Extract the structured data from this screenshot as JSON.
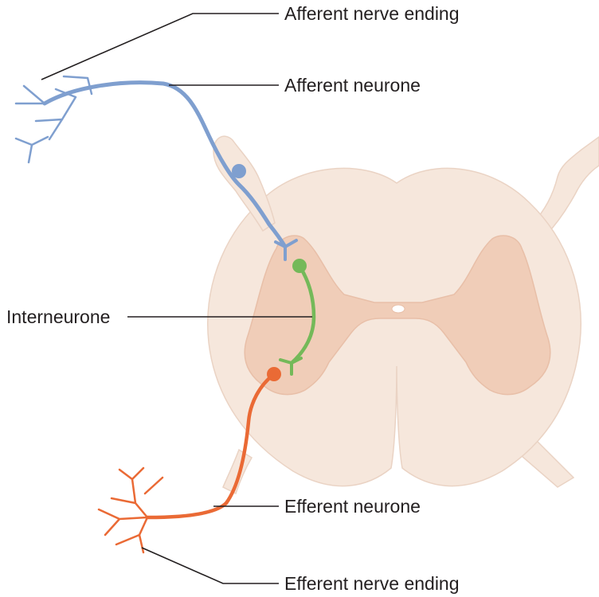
{
  "labels": {
    "afferent_nerve_ending": "Afferent nerve ending",
    "afferent_neurone": "Afferent neurone",
    "interneurone": "Interneurone",
    "efferent_neurone": "Efferent neurone",
    "efferent_nerve_ending": "Efferent nerve ending"
  },
  "colors": {
    "white_matter": "#f6e7dc",
    "white_matter_outline": "#ead3c4",
    "grey_matter": "#f0cdb8",
    "afferent": "#7f9fcf",
    "interneurone": "#74b959",
    "efferent": "#ea6a35",
    "leader_line": "#231f20"
  }
}
